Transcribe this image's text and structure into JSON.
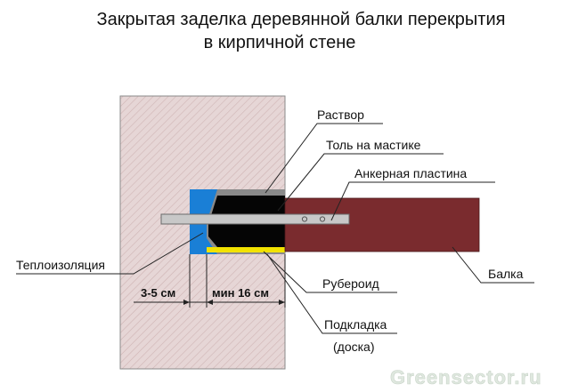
{
  "title": {
    "line1": "Закрытая заделка деревянной балки перекрытия",
    "line2": "в кирпичной стене"
  },
  "labels": {
    "mortar": "Раствор",
    "tar_paper_mastic": "Толь на мастике",
    "anchor_plate": "Анкерная пластина",
    "insulation": "Теплоизоляция",
    "beam": "Балка",
    "ruberoid": "Рубероид",
    "underlay": "Подкладка",
    "underlay_note": "(доска)"
  },
  "dimensions": {
    "gap": "3-5 см",
    "min_depth": "мин 16 см"
  },
  "watermark": "Greensector.ru",
  "colors": {
    "wall": "#e6d6d6",
    "beam": "#7a2b2e",
    "mortar": "#8a8a8a",
    "insulation": "#1a7fd6",
    "tar_paper": "#050505",
    "ruberoid": "#f2e200",
    "anchor_plate": "#c8c8c8"
  }
}
